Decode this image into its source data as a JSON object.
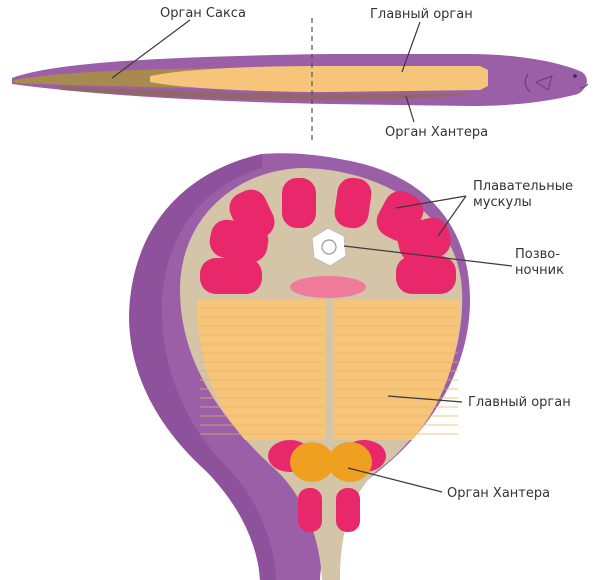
{
  "colors": {
    "skin": "#9b5fa8",
    "skin_dark": "#7d4a8c",
    "flesh": "#d4c4a8",
    "main_organ": "#f7c57a",
    "main_organ_stripe": "#f9d49a",
    "sachs_organ": "#a98a4e",
    "muscle": "#e8286a",
    "hunter_organ": "#f0a020",
    "spine_body": "#f07a9a"
  },
  "labels": {
    "sachs_organ_top": "Орган Сакса",
    "main_organ_top": "Главный орган",
    "hunter_organ_top": "Орган Хантера",
    "swim_muscles": "Плавательные\nмускулы",
    "spine": "Позво-\nночник",
    "main_organ_cross": "Главный орган",
    "hunter_organ_cross": "Орган Хантера"
  }
}
